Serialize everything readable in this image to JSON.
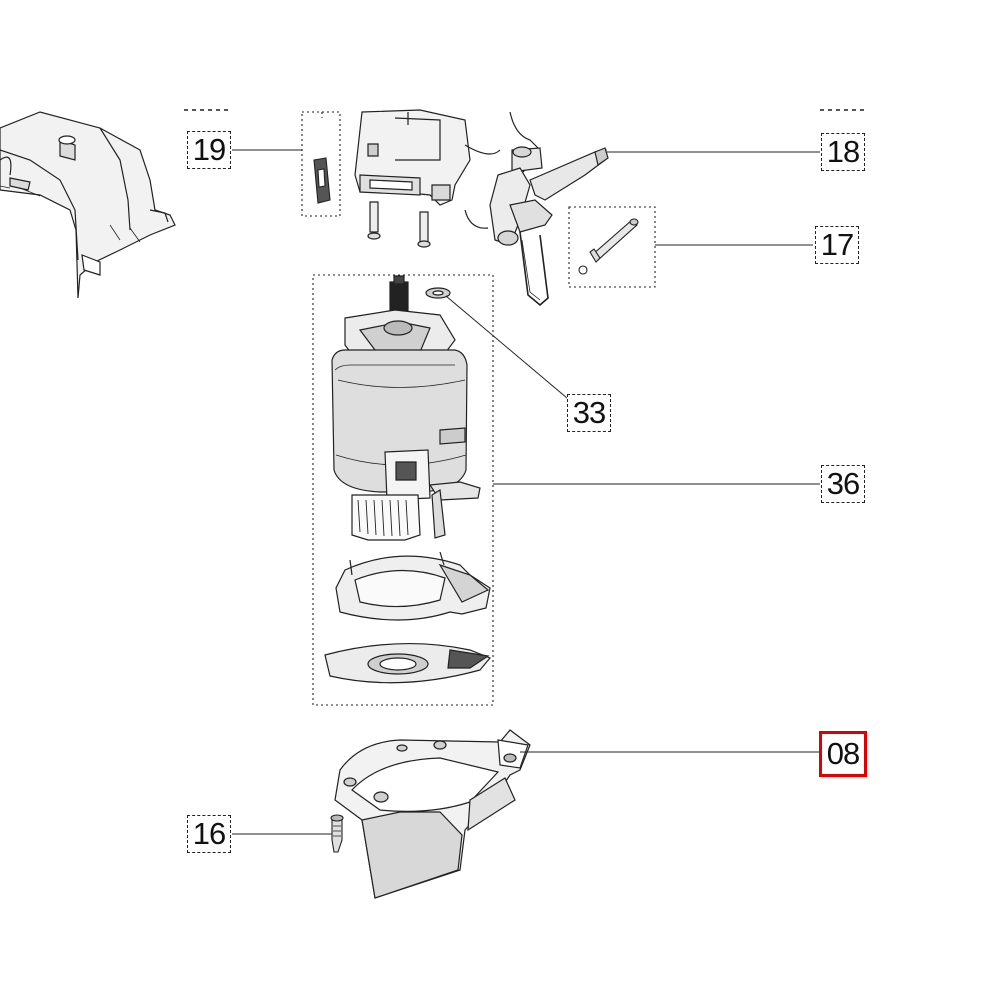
{
  "callouts": [
    {
      "id": "19",
      "label": "19",
      "highlighted": false
    },
    {
      "id": "18",
      "label": "18",
      "highlighted": false
    },
    {
      "id": "17",
      "label": "17",
      "highlighted": false
    },
    {
      "id": "33",
      "label": "33",
      "highlighted": false
    },
    {
      "id": "36",
      "label": "36",
      "highlighted": false
    },
    {
      "id": "08",
      "label": "08",
      "highlighted": true
    },
    {
      "id": "16",
      "label": "16",
      "highlighted": false
    }
  ],
  "colors": {
    "line": "#222222",
    "part_fill": "#f2f2f2",
    "part_shade": "#d9d9d9",
    "dark": "#333333",
    "highlight": "#e00000"
  }
}
